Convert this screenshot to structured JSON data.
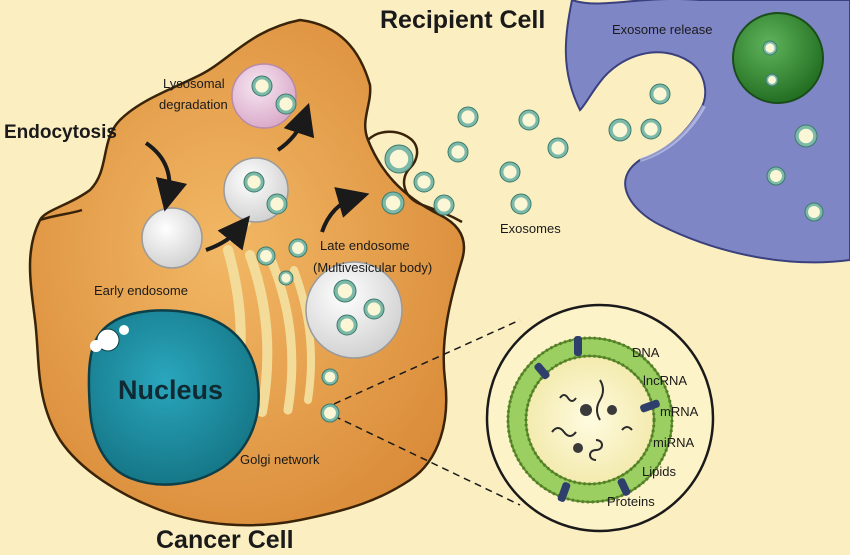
{
  "diagram": {
    "title_recipient": "Recipient Cell",
    "title_cancer": "Cancer Cell",
    "labels": {
      "exosome_release": "Exosome release",
      "endocytosis": "Endocytosis",
      "lysosomal_line1": "Lysosomal",
      "lysosomal_line2": "degradation",
      "early_endosome": "Early endosome",
      "late_endosome_line1": "Late endosome",
      "late_endosome_line2": "(Multivesicular body)",
      "exosomes": "Exosomes",
      "nucleus": "Nucleus",
      "golgi": "Golgi network"
    },
    "cargo": [
      "DNA",
      "lncRNA",
      "mRNA",
      "miRNA",
      "Lipids",
      "Proteins"
    ],
    "colors": {
      "background": "#fbefc2",
      "cancer_cell": "#e9a24f",
      "recipient_cell": "#7f86c6",
      "nucleus": "#1d8aa1",
      "lysosome": "#e6bfd9",
      "green_vesicle": "#2f8a2c",
      "exosome_membrane": "#7db9a8"
    }
  }
}
